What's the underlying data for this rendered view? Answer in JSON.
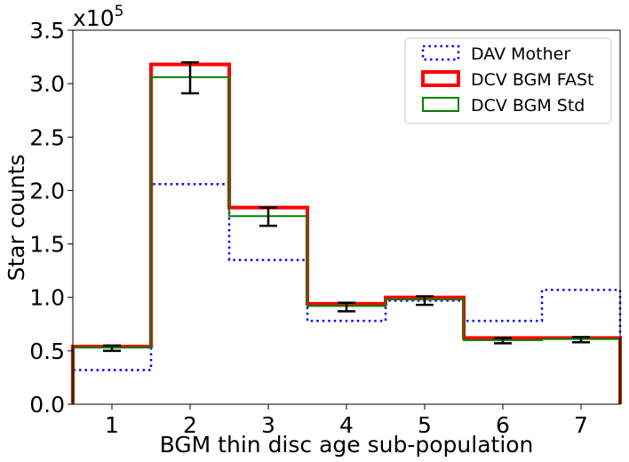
{
  "chart_data": {
    "type": "step-histogram",
    "xlabel": "BGM thin disc age sub-population",
    "ylabel": "Star counts",
    "scale_label": {
      "base": "x10",
      "exponent": "5"
    },
    "x_ticks": [
      "1",
      "2",
      "3",
      "4",
      "5",
      "6",
      "7"
    ],
    "y_ticks": [
      "0.0",
      "0.5",
      "1.0",
      "1.5",
      "2.0",
      "2.5",
      "3.0",
      "3.5"
    ],
    "xlim": [
      0.5,
      7.5
    ],
    "ylim": [
      0,
      3.5
    ],
    "bins": [
      1,
      2,
      3,
      4,
      5,
      6,
      7
    ],
    "series": [
      {
        "name": "DAV Mother",
        "color": "#0000ff",
        "style": "dotted",
        "values": [
          0.32,
          2.06,
          1.35,
          0.78,
          0.97,
          0.78,
          1.07
        ]
      },
      {
        "name": "DCV BGM FASt",
        "color": "#ff0000",
        "style": "solid-thick",
        "values": [
          0.54,
          3.18,
          1.84,
          0.94,
          1.0,
          0.62,
          0.62
        ]
      },
      {
        "name": "DCV BGM Std",
        "color": "#008000",
        "style": "solid",
        "values": [
          0.53,
          3.06,
          1.76,
          0.92,
          0.98,
          0.6,
          0.61
        ]
      }
    ],
    "error_bars": {
      "x": [
        1,
        2,
        3,
        4,
        5,
        6,
        7
      ],
      "low": [
        0.5,
        2.91,
        1.67,
        0.87,
        0.93,
        0.57,
        0.58
      ],
      "high": [
        0.55,
        3.2,
        1.84,
        0.95,
        1.01,
        0.62,
        0.63
      ]
    },
    "legend_position": "top-right",
    "grid": false
  }
}
